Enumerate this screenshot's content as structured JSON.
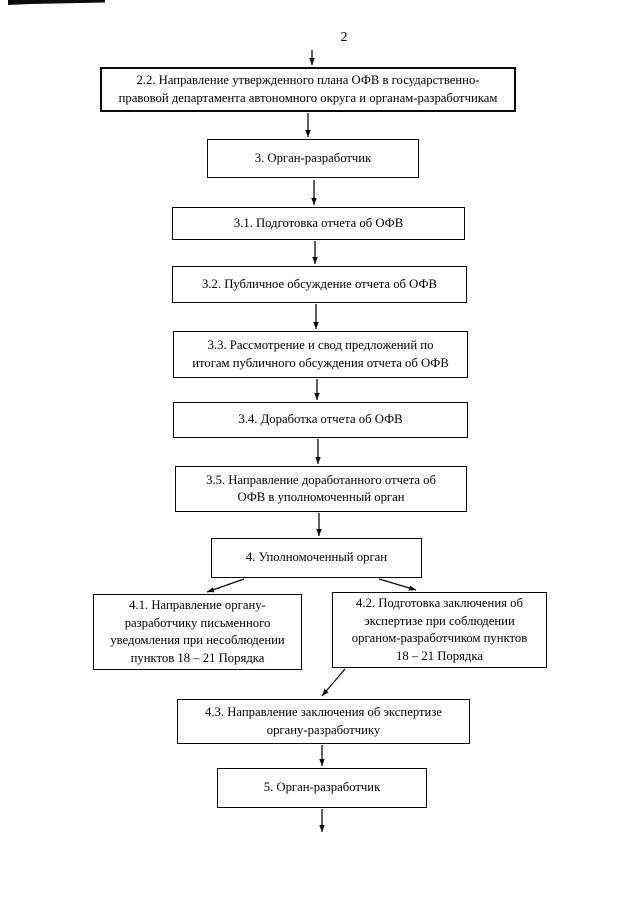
{
  "page": {
    "number": "2",
    "background": "#ffffff",
    "ink_color": "#000000"
  },
  "flowchart": {
    "type": "flowchart",
    "nodes": [
      {
        "id": "2.2",
        "label": [
          "2.2. Направление утвержденного плана ОФВ в государственно-",
          "правовой департамента автономного округа и органам-разработчикам"
        ]
      },
      {
        "id": "3",
        "label": "3. Орган-разработчик"
      },
      {
        "id": "3.1",
        "label": "3.1. Подготовка отчета об ОФВ"
      },
      {
        "id": "3.2",
        "label": "3.2. Публичное обсуждение отчета об ОФВ"
      },
      {
        "id": "3.3",
        "label": [
          "3.3. Рассмотрение и свод предложений по",
          "итогам публичного обсуждения отчета об ОФВ"
        ]
      },
      {
        "id": "3.4",
        "label": "3.4. Доработка отчета об ОФВ"
      },
      {
        "id": "3.5",
        "label": [
          "3.5. Направление доработанного отчета об",
          "ОФВ в уполномоченный орган"
        ]
      },
      {
        "id": "4",
        "label": "4. Уполномоченный орган"
      },
      {
        "id": "4.1",
        "label": [
          "4.1. Направление органу-",
          "разработчику письменного",
          "уведомления при несоблюдении",
          "пунктов 18 – 21 Порядка"
        ]
      },
      {
        "id": "4.2",
        "label": [
          "4.2. Подготовка заключения об",
          "экспертизе  при соблюдении",
          "органом-разработчиком пунктов",
          "18 – 21 Порядка"
        ]
      },
      {
        "id": "4.3",
        "label": [
          "4.3. Направление заключения об экспертизе",
          "органу-разработчику"
        ]
      },
      {
        "id": "5",
        "label": "5. Орган-разработчик"
      }
    ],
    "edges": [
      {
        "from": "previous-page",
        "to": "2.2"
      },
      {
        "from": "2.2",
        "to": "3"
      },
      {
        "from": "3",
        "to": "3.1"
      },
      {
        "from": "3.1",
        "to": "3.2"
      },
      {
        "from": "3.2",
        "to": "3.3"
      },
      {
        "from": "3.3",
        "to": "3.4"
      },
      {
        "from": "3.4",
        "to": "3.5"
      },
      {
        "from": "3.5",
        "to": "4"
      },
      {
        "from": "4",
        "to": "4.1"
      },
      {
        "from": "4",
        "to": "4.2"
      },
      {
        "from": "4.2",
        "to": "4.3"
      },
      {
        "from": "4.3",
        "to": "5"
      },
      {
        "from": "5",
        "to": "next-page"
      }
    ]
  }
}
